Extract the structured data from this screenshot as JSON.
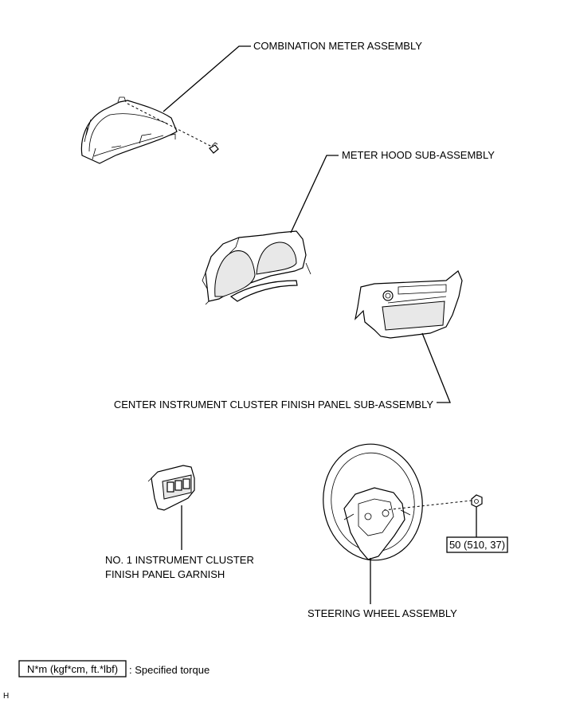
{
  "labels": {
    "combination_meter": "COMBINATION METER ASSEMBLY",
    "meter_hood": "METER HOOD SUB-ASSEMBLY",
    "center_panel": "CENTER INSTRUMENT CLUSTER FINISH PANEL SUB-ASSEMBLY",
    "garnish_line1": "NO. 1 INSTRUMENT CLUSTER",
    "garnish_line2": "FINISH PANEL GARNISH",
    "steering_wheel": "STEERING WHEEL ASSEMBLY"
  },
  "torque": {
    "steering_nut": "50 (510, 37)"
  },
  "legend": {
    "unit_box": "N*m (kgf*cm, ft.*lbf)",
    "description": ": Specified torque"
  },
  "footer_code": "H"
}
